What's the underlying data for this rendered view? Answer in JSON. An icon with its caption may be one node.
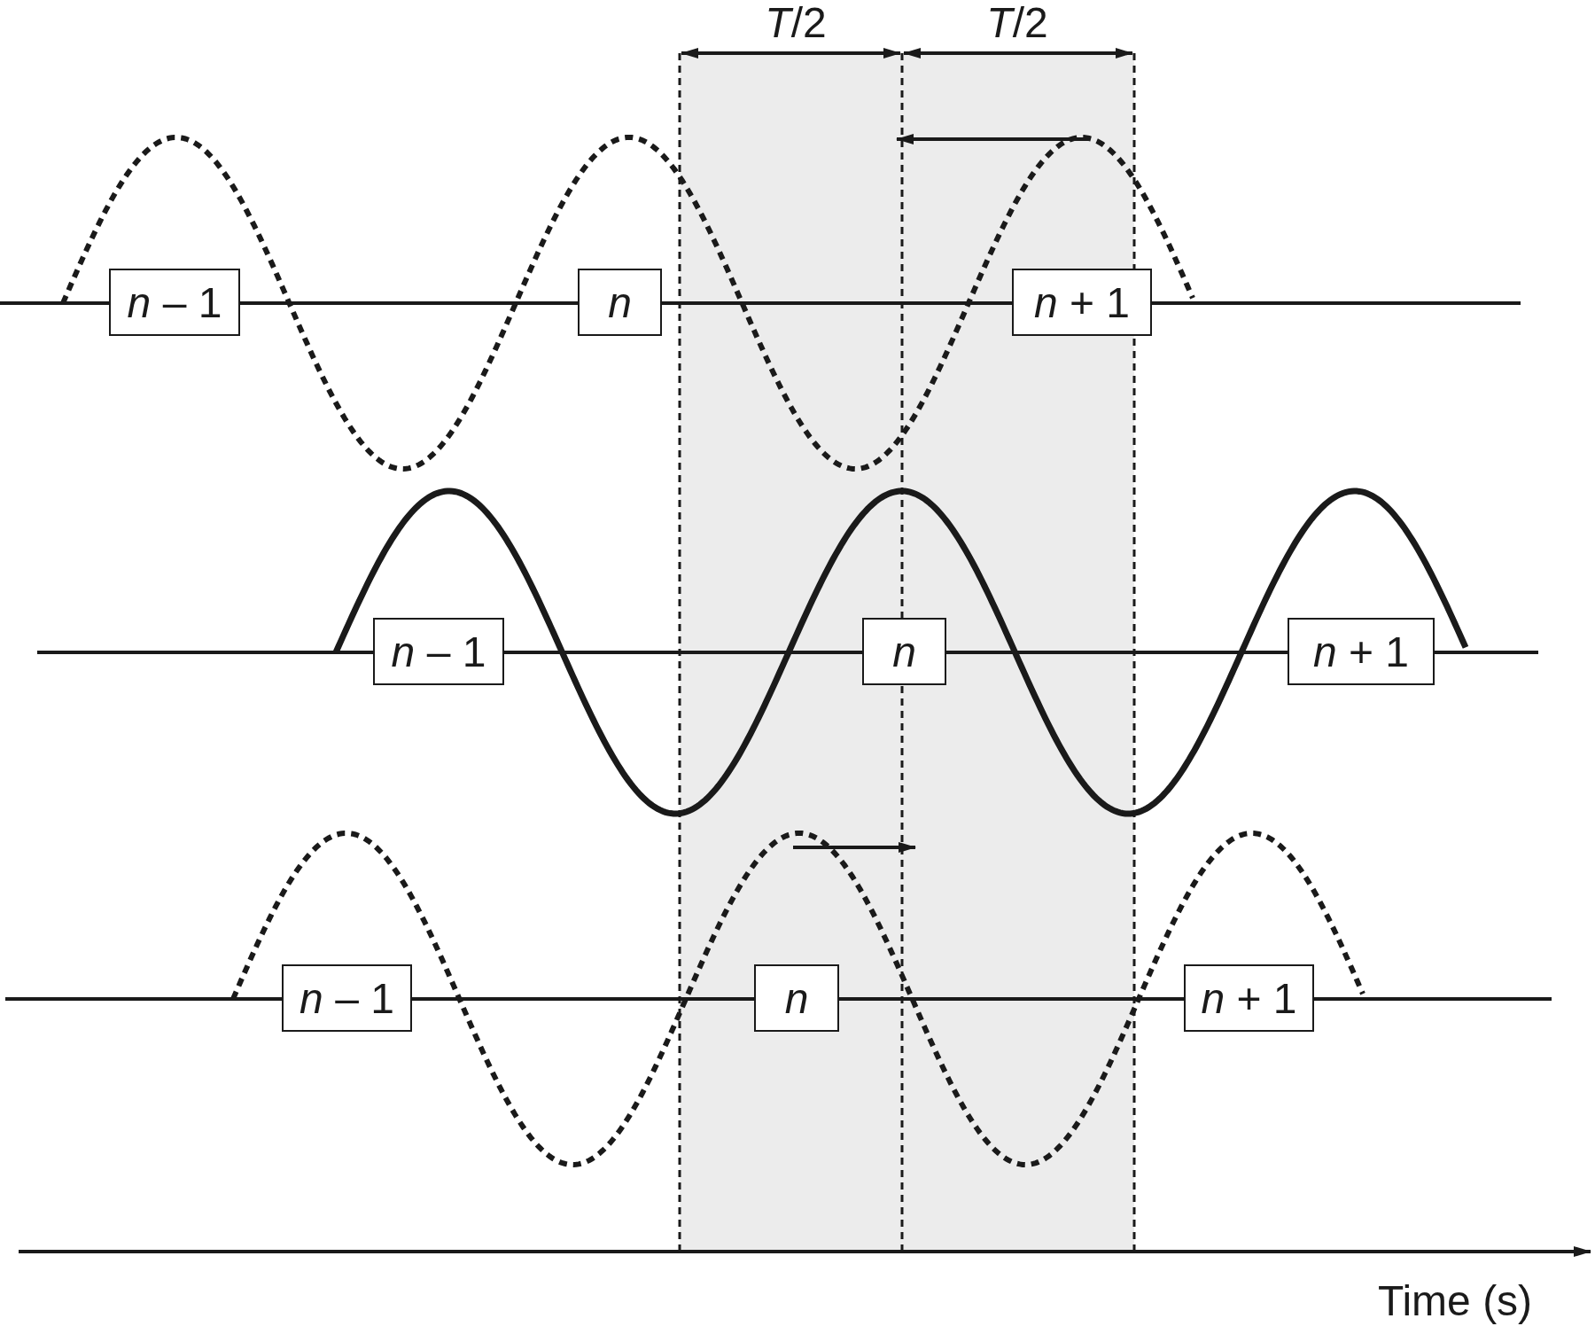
{
  "diagram": {
    "nodes": [
      {
        "text": [
          "*n* – 1"
        ]
      },
      {
        "text": [
          "*n*"
        ]
      },
      {
        "text": [
          "*n* + 1"
        ]
      },
      {
        "text": [
          "*n* – 1"
        ]
      },
      {
        "text": [
          "*n*"
        ]
      },
      {
        "text": [
          "*n* + 1"
        ]
      },
      {
        "text": [
          "*n* – 1"
        ]
      },
      {
        "text": [
          "*n*"
        ]
      },
      {
        "text": [
          "*n* + 1"
        ]
      }
    ],
    "labels": [
      "*T*/2",
      "*T*/2",
      "Time (s)"
    ]
  }
}
